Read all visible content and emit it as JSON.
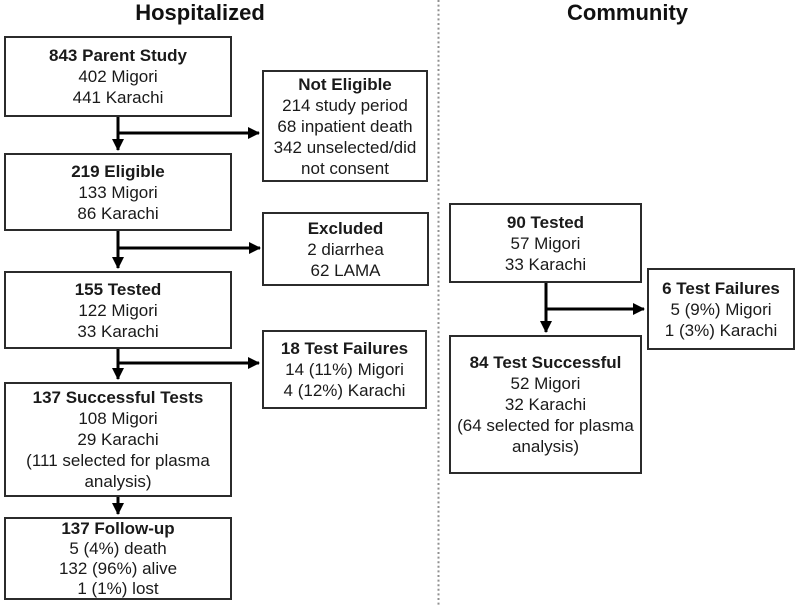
{
  "titles": {
    "left": "Hospitalized",
    "right": "Community"
  },
  "colors": {
    "box_border": "#2b2b2b",
    "arrow": "#000000",
    "divider": "#909090",
    "text": "#1a1a1a"
  },
  "hospitalized": {
    "parent_study": {
      "title": "843 Parent Study",
      "lines": [
        "402 Migori",
        "441 Karachi"
      ]
    },
    "not_eligible": {
      "title": "Not Eligible",
      "lines": [
        "214 study period",
        "68 inpatient death",
        "342 unselected/did not consent"
      ]
    },
    "eligible": {
      "title": "219 Eligible",
      "lines": [
        "133 Migori",
        "86 Karachi"
      ]
    },
    "excluded": {
      "title": "Excluded",
      "lines": [
        "2 diarrhea",
        "62 LAMA"
      ]
    },
    "tested": {
      "title": "155 Tested",
      "lines": [
        "122 Migori",
        "33 Karachi"
      ]
    },
    "test_failures": {
      "title": "18 Test Failures",
      "lines": [
        "14 (11%) Migori",
        "4 (12%) Karachi"
      ]
    },
    "successful_tests": {
      "title": "137 Successful Tests",
      "lines": [
        "108 Migori",
        "29 Karachi",
        "(111 selected for plasma analysis)"
      ]
    },
    "follow_up": {
      "title": "137 Follow-up",
      "lines": [
        "5 (4%) death",
        "132 (96%) alive",
        "1 (1%) lost"
      ]
    }
  },
  "community": {
    "tested": {
      "title": "90 Tested",
      "lines": [
        "57 Migori",
        "33 Karachi"
      ]
    },
    "test_failures": {
      "title": "6 Test Failures",
      "lines": [
        "5 (9%) Migori",
        "1 (3%) Karachi"
      ]
    },
    "test_successful": {
      "title": "84 Test Successful",
      "lines": [
        "52 Migori",
        "32 Karachi",
        "(64 selected for plasma analysis)"
      ]
    }
  }
}
